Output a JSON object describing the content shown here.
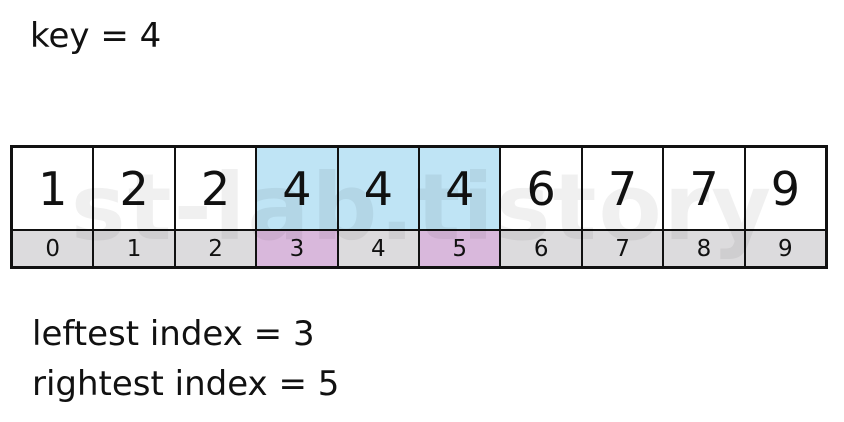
{
  "key_label": "key = 4",
  "colors": {
    "match_value_bg": "#bfe4f5",
    "boundary_index_bg": "#d9b8dc",
    "index_bg": "#dcdbdd",
    "border": "#111111"
  },
  "array": {
    "cells": [
      {
        "value": "1",
        "index": "0",
        "match": false,
        "boundary": false
      },
      {
        "value": "2",
        "index": "1",
        "match": false,
        "boundary": false
      },
      {
        "value": "2",
        "index": "2",
        "match": false,
        "boundary": false
      },
      {
        "value": "4",
        "index": "3",
        "match": true,
        "boundary": true
      },
      {
        "value": "4",
        "index": "4",
        "match": true,
        "boundary": false
      },
      {
        "value": "4",
        "index": "5",
        "match": true,
        "boundary": true
      },
      {
        "value": "6",
        "index": "6",
        "match": false,
        "boundary": false
      },
      {
        "value": "7",
        "index": "7",
        "match": false,
        "boundary": false
      },
      {
        "value": "7",
        "index": "8",
        "match": false,
        "boundary": false
      },
      {
        "value": "9",
        "index": "9",
        "match": false,
        "boundary": false
      }
    ]
  },
  "watermark": "st-lab.tistory",
  "results": {
    "leftest": "leftest index = 3",
    "rightest": "rightest index = 5"
  }
}
